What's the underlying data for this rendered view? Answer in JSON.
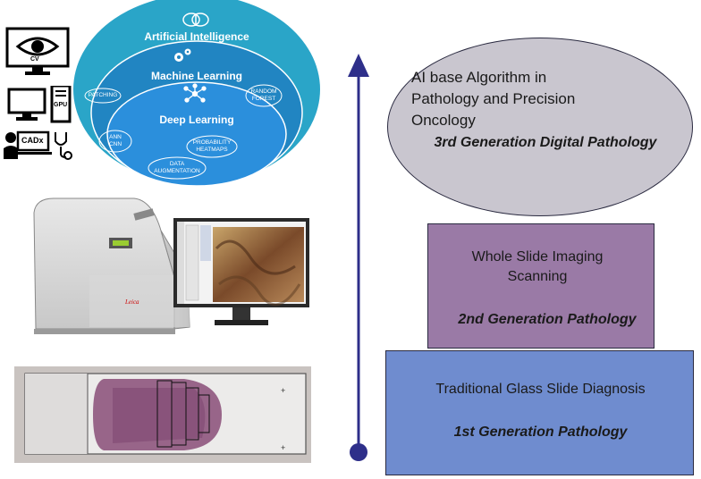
{
  "ai_diagram": {
    "artificial_intelligence": "Artificial Intelligence",
    "machine_learning": "Machine Learning",
    "deep_learning": "Deep Learning",
    "patching": "PATCHING",
    "random_forest": "RANDOM FOREST",
    "ann_cnn": "ANN CNN",
    "probability_heatmaps": "PROBABILITY HEATMAPS",
    "data_augmentation": "DATA AUGMENTATION"
  },
  "side_icons": {
    "cv": "CV",
    "gpu": "GPU",
    "cadx": "CADx"
  },
  "tiers": {
    "third": {
      "description": "AI base Algorithm in Pathology and Precision Oncology",
      "generation": "3rd Generation Digital Pathology"
    },
    "second": {
      "description": "Whole Slide Imaging Scanning",
      "generation": "2nd Generation Pathology"
    },
    "first": {
      "description": "Traditional Glass Slide Diagnosis",
      "generation": "1st Generation Pathology"
    }
  },
  "colors": {
    "arrow": "#2e2f8a",
    "tier3_fill": "#c9c6cf",
    "tier2_fill": "#9a7aa6",
    "tier1_fill": "#6f8ccf",
    "ai_outer": "#29a3c6",
    "ai_middle": "#1f7fc0",
    "ai_inner": "#2a8ad8"
  }
}
